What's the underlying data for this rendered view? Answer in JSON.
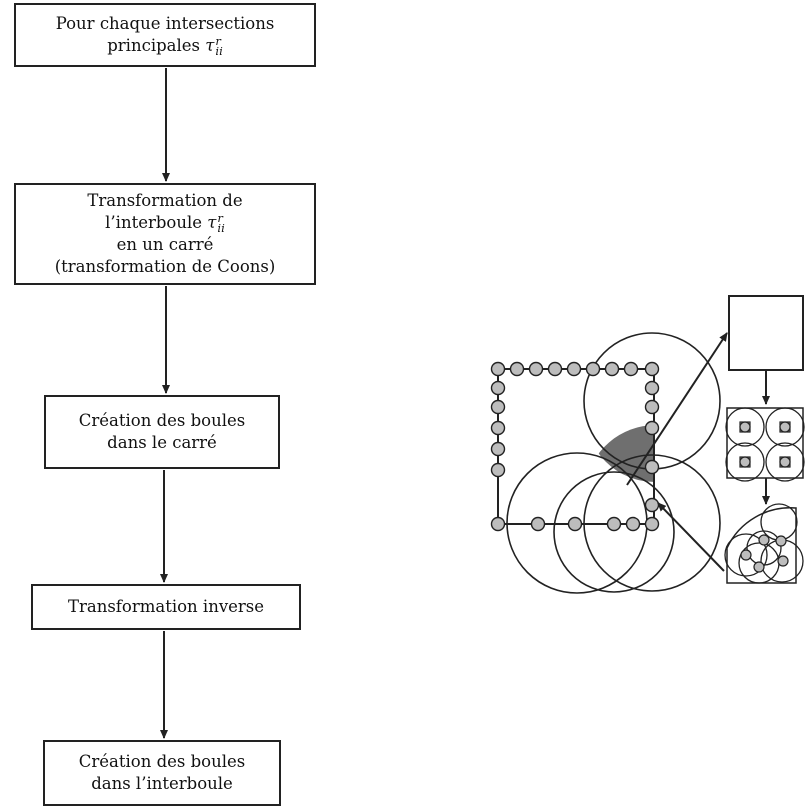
{
  "flowchart": {
    "steps": [
      {
        "line1": "Pour chaque intersections",
        "line2": "principales",
        "symbol": "τ",
        "sup": "r",
        "sub": "ii"
      },
      {
        "line1": "Transformation de",
        "line2": "l’interboule",
        "symbol": "τ",
        "sup": "r",
        "sub": "ii",
        "line3": "en un carré",
        "line4": "(transformation de Coons)"
      },
      {
        "line1": "Création des boules",
        "line2": "dans le carré"
      },
      {
        "line1": "Transformation inverse"
      },
      {
        "line1": "Création des boules",
        "line2": "dans l’interboule"
      }
    ]
  },
  "colors": {
    "stroke": "#222222",
    "node_fill": "#bdbdbd",
    "shaded_region": "#6f6f6f"
  }
}
